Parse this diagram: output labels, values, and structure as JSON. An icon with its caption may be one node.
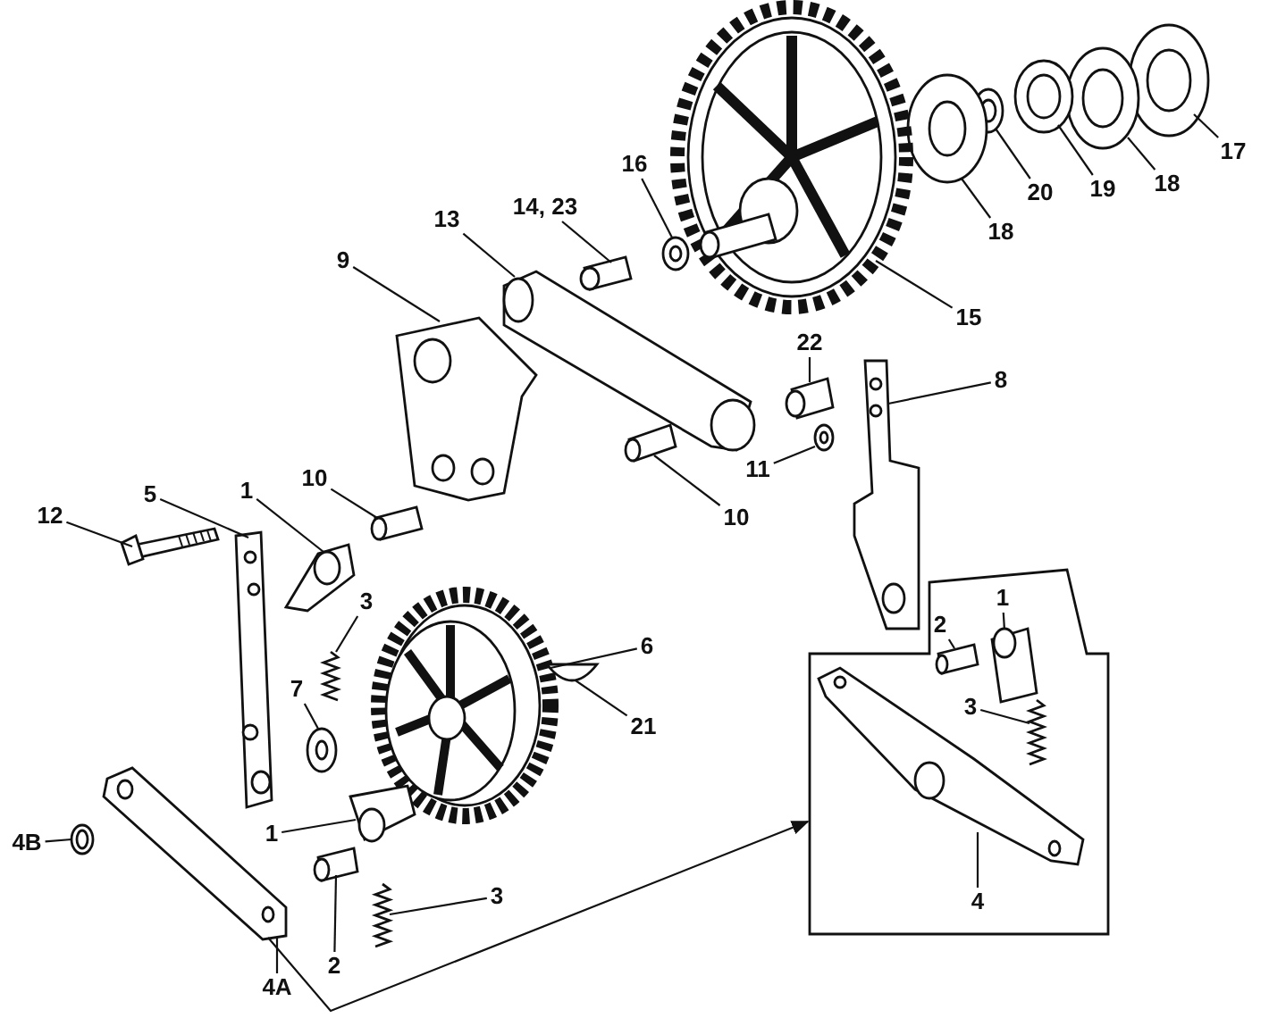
{
  "diagram": {
    "nodes": [
      {
        "text": [
          "17"
        ]
      },
      {
        "text": [
          "18"
        ]
      },
      {
        "text": [
          "19"
        ]
      },
      {
        "text": [
          "20"
        ]
      },
      {
        "text": [
          "18"
        ]
      },
      {
        "text": [
          "16"
        ]
      },
      {
        "text": [
          "14, 23"
        ]
      },
      {
        "text": [
          "13"
        ]
      },
      {
        "text": [
          "15"
        ]
      },
      {
        "text": [
          "9"
        ]
      },
      {
        "text": [
          "22"
        ]
      },
      {
        "text": [
          "8"
        ]
      },
      {
        "text": [
          "11"
        ]
      },
      {
        "text": [
          "10"
        ]
      },
      {
        "text": [
          "10"
        ]
      },
      {
        "text": [
          "1"
        ]
      },
      {
        "text": [
          "5"
        ]
      },
      {
        "text": [
          "12"
        ]
      },
      {
        "text": [
          "3"
        ]
      },
      {
        "text": [
          "6"
        ]
      },
      {
        "text": [
          "7"
        ]
      },
      {
        "text": [
          "21"
        ]
      },
      {
        "text": [
          "4B"
        ]
      },
      {
        "text": [
          "1"
        ]
      },
      {
        "text": [
          "3"
        ]
      },
      {
        "text": [
          "2"
        ]
      },
      {
        "text": [
          "4A"
        ]
      },
      {
        "text": [],
        "shape": "box"
      },
      {
        "text": [
          "1"
        ],
        "in": 27
      },
      {
        "text": [
          "2"
        ],
        "in": 27
      },
      {
        "text": [
          "3"
        ],
        "in": 27
      },
      {
        "text": [
          "4"
        ],
        "in": 27
      },
      {
        "text": [],
        "shape": "picture"
      },
      {
        "text": [],
        "shape": "picture"
      },
      {
        "text": [],
        "shape": "picture"
      },
      {
        "text": [],
        "shape": "picture"
      },
      {
        "text": [],
        "shape": "picture"
      },
      {
        "text": [],
        "shape": "picture"
      },
      {
        "text": [],
        "shape": "picture"
      },
      {
        "text": [],
        "shape": "picture"
      },
      {
        "text": [],
        "shape": "picture"
      },
      {
        "text": [],
        "shape": "picture"
      },
      {
        "text": [],
        "shape": "picture"
      },
      {
        "text": [],
        "shape": "picture"
      },
      {
        "text": [],
        "shape": "picture"
      },
      {
        "text": [],
        "shape": "picture"
      },
      {
        "text": [],
        "shape": "picture"
      },
      {
        "text": [],
        "shape": "picture"
      },
      {
        "text": [],
        "shape": "picture"
      },
      {
        "text": [],
        "shape": "picture"
      },
      {
        "text": [],
        "shape": "picture"
      },
      {
        "text": [],
        "shape": "picture"
      },
      {
        "text": [],
        "shape": "picture"
      },
      {
        "text": [],
        "shape": "picture"
      },
      {
        "text": [],
        "shape": "picture"
      },
      {
        "text": [],
        "shape": "picture"
      },
      {
        "text": [],
        "shape": "picture"
      },
      {
        "text": [],
        "shape": "picture"
      },
      {
        "text": [],
        "shape": "picture"
      },
      {
        "text": [],
        "shape": "picture",
        "in": 27
      },
      {
        "text": [],
        "shape": "picture",
        "in": 27
      },
      {
        "text": [],
        "shape": "picture",
        "in": 27
      },
      {
        "text": [],
        "shape": "picture",
        "in": 27
      }
    ],
    "edges": [
      {
        "from": 0,
        "to": 32,
        "arrow": "none"
      },
      {
        "from": 1,
        "to": 33,
        "arrow": "none"
      },
      {
        "from": 2,
        "to": 34,
        "arrow": "none"
      },
      {
        "from": 3,
        "to": 35,
        "arrow": "none"
      },
      {
        "from": 4,
        "to": 36,
        "arrow": "none"
      },
      {
        "from": 5,
        "to": 37,
        "arrow": "none"
      },
      {
        "from": 6,
        "to": 38,
        "arrow": "none"
      },
      {
        "from": 7,
        "to": 39,
        "arrow": "none"
      },
      {
        "from": 8,
        "to": 40,
        "arrow": "none"
      },
      {
        "from": 9,
        "to": 41,
        "arrow": "none"
      },
      {
        "from": 10,
        "to": 42,
        "arrow": "none"
      },
      {
        "from": 11,
        "to": 43,
        "arrow": "none"
      },
      {
        "from": 12,
        "to": 44,
        "arrow": "none"
      },
      {
        "from": 13,
        "to": 45,
        "arrow": "none"
      },
      {
        "from": 14,
        "to": 46,
        "arrow": "none"
      },
      {
        "from": 15,
        "to": 47,
        "arrow": "none"
      },
      {
        "from": 16,
        "to": 48,
        "arrow": "none"
      },
      {
        "from": 17,
        "to": 49,
        "arrow": "none"
      },
      {
        "from": 18,
        "to": 50,
        "arrow": "none"
      },
      {
        "from": 19,
        "to": 51,
        "arrow": "none"
      },
      {
        "from": 20,
        "to": 52,
        "arrow": "none"
      },
      {
        "from": 21,
        "to": 53,
        "arrow": "none"
      },
      {
        "from": 22,
        "to": 54,
        "arrow": "none"
      },
      {
        "from": 23,
        "to": 55,
        "arrow": "none"
      },
      {
        "from": 24,
        "to": 56,
        "arrow": "none"
      },
      {
        "from": 25,
        "to": 57,
        "arrow": "none"
      },
      {
        "from": 26,
        "to": 58,
        "arrow": "none"
      },
      {
        "from": 28,
        "to": 59,
        "arrow": "none"
      },
      {
        "from": 29,
        "to": 60,
        "arrow": "none"
      },
      {
        "from": 30,
        "to": 61,
        "arrow": "none"
      },
      {
        "from": 31,
        "to": 62,
        "arrow": "none"
      },
      {
        "from": 58,
        "to": 27,
        "arrow": "to"
      }
    ]
  }
}
